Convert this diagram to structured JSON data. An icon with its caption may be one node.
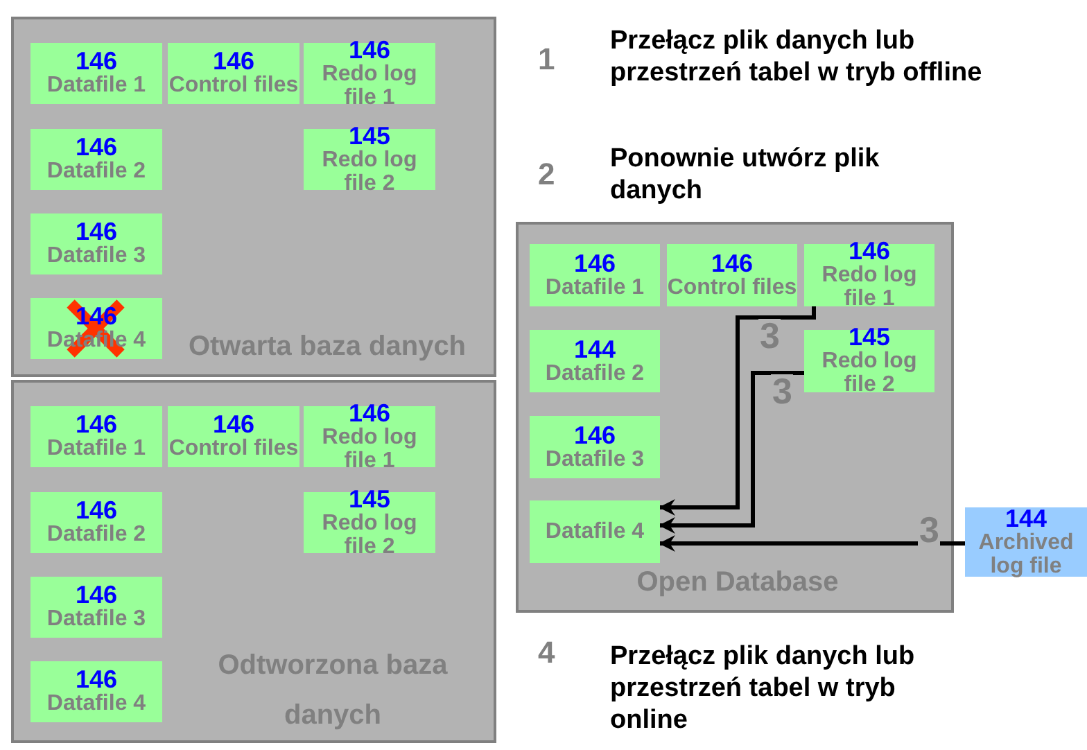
{
  "diagram": {
    "nodes": [
      {
        "text": [
          "Otwarta baza danych"
        ]
      },
      {
        "text": [
          "146",
          "Datafile 1"
        ],
        "in": 0
      },
      {
        "text": [
          "146",
          "Control files"
        ],
        "in": 0
      },
      {
        "text": [
          "146",
          "Redo log file 1"
        ],
        "in": 0
      },
      {
        "text": [
          "146",
          "Datafile 2"
        ],
        "in": 0
      },
      {
        "text": [
          "145",
          "Redo log file 2"
        ],
        "in": 0
      },
      {
        "text": [
          "146",
          "Datafile 3"
        ],
        "in": 0
      },
      {
        "text": [
          "146",
          "Datafile 4"
        ],
        "in": 0
      },
      {
        "text": [
          "Odtworzona baza danych"
        ]
      },
      {
        "text": [
          "146",
          "Datafile 1"
        ],
        "in": 8
      },
      {
        "text": [
          "146",
          "Control files"
        ],
        "in": 8
      },
      {
        "text": [
          "146",
          "Redo log file 1"
        ],
        "in": 8
      },
      {
        "text": [
          "146",
          "Datafile 2"
        ],
        "in": 8
      },
      {
        "text": [
          "145",
          "Redo log file 2"
        ],
        "in": 8
      },
      {
        "text": [
          "146",
          "Datafile 3"
        ],
        "in": 8
      },
      {
        "text": [
          "146",
          "Datafile 4"
        ],
        "in": 8
      },
      {
        "text": [
          "Open Database"
        ]
      },
      {
        "text": [
          "146",
          "Datafile 1"
        ],
        "in": 16
      },
      {
        "text": [
          "146",
          "Control files"
        ],
        "in": 16
      },
      {
        "text": [
          "146",
          "Redo log file 1"
        ],
        "in": 16
      },
      {
        "text": [
          "144",
          "Datafile 2"
        ],
        "in": 16
      },
      {
        "text": [
          "145",
          "Redo log file 2"
        ],
        "in": 16
      },
      {
        "text": [
          "146",
          "Datafile 3"
        ],
        "in": 16
      },
      {
        "text": [
          "Datafile 4"
        ],
        "in": 16
      },
      {
        "text": [
          "144",
          "Archived log file"
        ]
      }
    ],
    "edges": [
      {
        "from": 19,
        "to": 23,
        "arrow": "to",
        "label": "3"
      },
      {
        "from": 21,
        "to": 23,
        "arrow": "to",
        "label": "3"
      },
      {
        "from": 24,
        "to": 23,
        "arrow": "to",
        "label": "3"
      }
    ],
    "labels": [
      "1",
      "Przełącz plik danych lub przestrzeń tabel w tryb offline",
      "2",
      "Ponownie utwórz plik danych",
      "4",
      "Przełącz plik danych lub przestrzeń tabel w tryb online"
    ]
  }
}
